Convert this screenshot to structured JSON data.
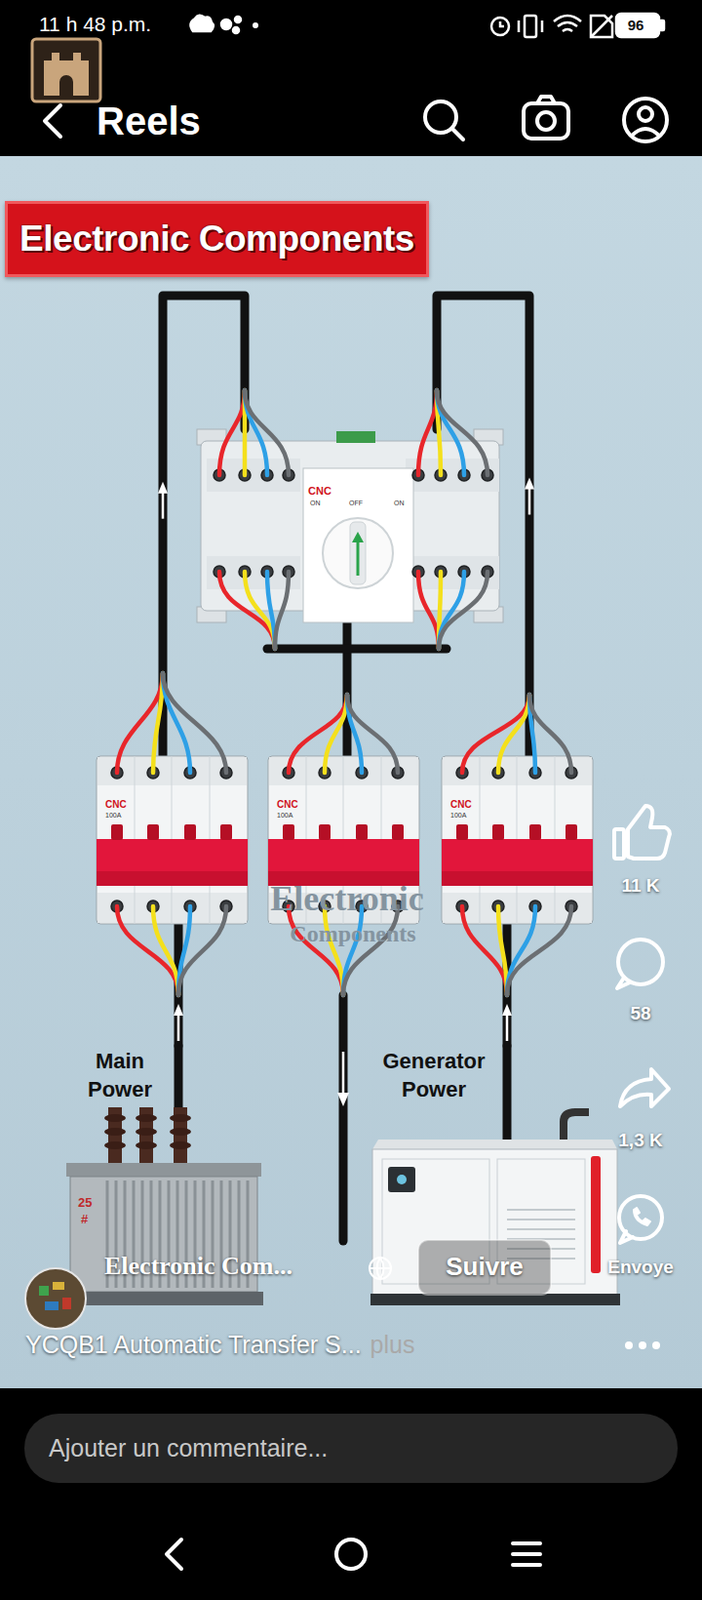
{
  "diagram": {
    "title": "Electronic Components",
    "nodes": [
      {
        "text": [
          "CNC"
        ]
      },
      {
        "text": [
          "CNC",
          "100A"
        ]
      },
      {
        "text": [
          "CNC",
          "100A"
        ]
      },
      {
        "text": [
          "CNC",
          "100A"
        ]
      },
      {
        "text": [
          "Main Power"
        ]
      },
      {
        "text": [
          "Generator Power"
        ]
      }
    ],
    "edges": [
      {
        "from": 4,
        "to": 1,
        "arrow": "to"
      },
      {
        "from": 1,
        "to": 0,
        "arrow": "to"
      },
      {
        "from": 5,
        "to": 3,
        "arrow": "to"
      },
      {
        "from": 3,
        "to": 0,
        "arrow": "to"
      },
      {
        "from": 0,
        "to": 2,
        "arrow": "none"
      }
    ],
    "labels": [
      "11 h 48 p.m.",
      "96",
      "Reels",
      "ON",
      "OFF",
      "ON",
      "Electronic",
      "Components",
      "25",
      "#",
      "11 K",
      "58",
      "1,3 K",
      "Envoye",
      "Electronic Com...",
      "Suivre",
      "YCQB1 Automatic Transfer S...",
      "plus",
      "Ajouter un commentaire..."
    ]
  }
}
